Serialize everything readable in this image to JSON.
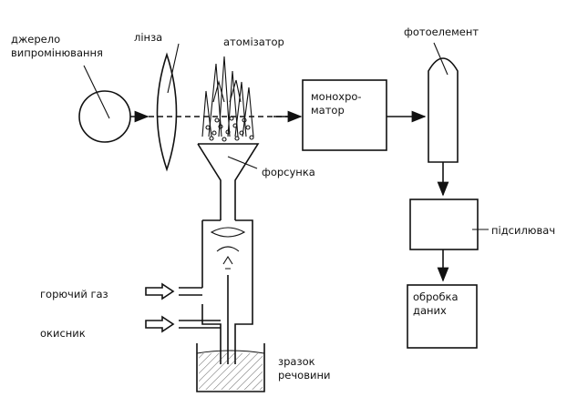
{
  "labels": {
    "source": [
      "джерело",
      "випромінювання"
    ],
    "lens": "лінза",
    "atomizer": "атомізатор",
    "photocell": "фотоелемент",
    "monochromator": [
      "монохро-",
      "матор"
    ],
    "nozzle": "форсунка",
    "amplifier": "підсилювач",
    "fuel_gas": "горючий газ",
    "data_processing": [
      "обробка",
      "даних"
    ],
    "oxidizer": "окисник",
    "sample": [
      "зразок",
      "речовини"
    ]
  }
}
